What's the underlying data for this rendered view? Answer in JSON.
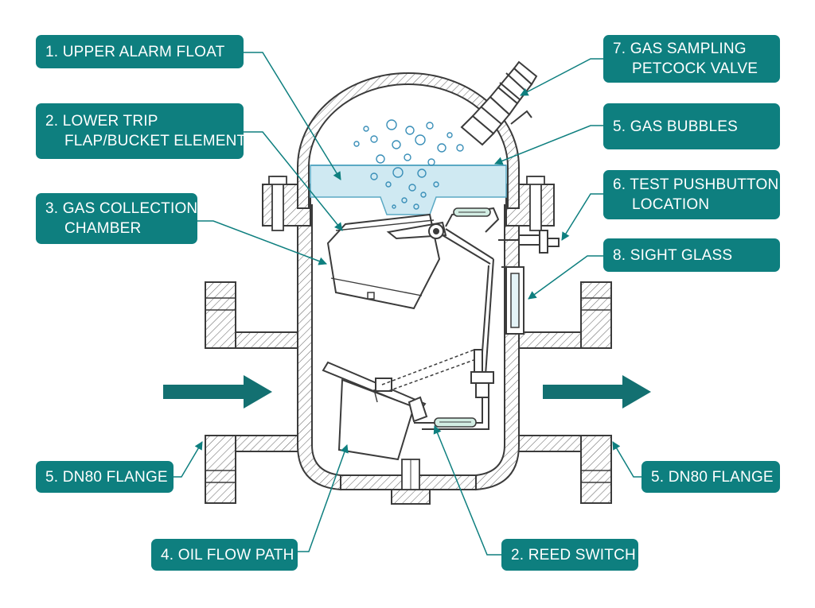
{
  "colors": {
    "callout_bg": "#0e7f7f",
    "callout_text": "#ffffff",
    "leader": "#0e7f7f",
    "outline": "#3b3b3b",
    "hatch": "#6a6a6a",
    "gas_fill": "#cfe9f2",
    "arrow": "#137071"
  },
  "callouts": {
    "upper_alarm_float": {
      "line1": "1. UPPER ALARM FLOAT"
    },
    "lower_trip": {
      "line1": "2. LOWER TRIP",
      "line2": "FLAP/BUCKET ELEMENT"
    },
    "gas_collection": {
      "line1": "3. GAS COLLECTION",
      "line2": "CHAMBER"
    },
    "dn80_left": {
      "line1": "5. DN80 FLANGE"
    },
    "oil_flow": {
      "line1": "4. OIL FLOW PATH"
    },
    "gas_sampling": {
      "line1": "7. GAS SAMPLING",
      "line2": "PETCOCK VALVE"
    },
    "gas_bubbles": {
      "line1": "5. GAS BUBBLES"
    },
    "test_pushbutton": {
      "line1": "6. TEST PUSHBUTTON",
      "line2": "LOCATION"
    },
    "sight_glass": {
      "line1": "8. SIGHT GLASS"
    },
    "dn80_right": {
      "line1": "5. DN80 FLANGE"
    },
    "reed_switch": {
      "line1": "2. REED SWITCH"
    }
  },
  "flow_arrows": {
    "inlet": "right-arrow",
    "outlet": "right-arrow"
  }
}
